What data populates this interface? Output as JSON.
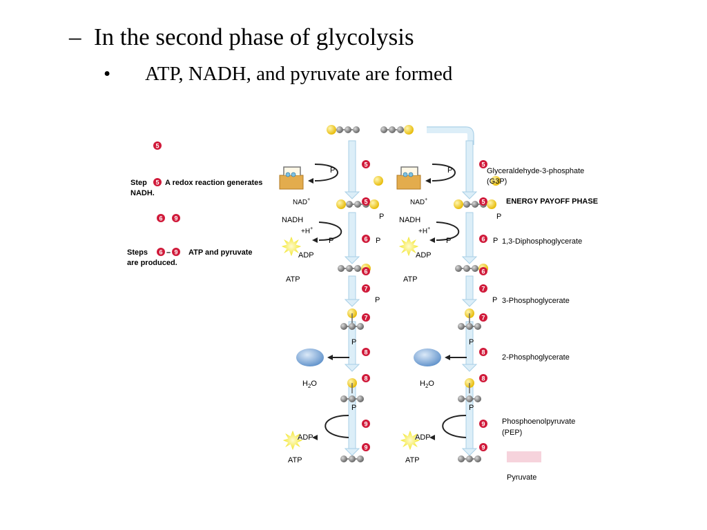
{
  "slide": {
    "bullet_level1_marker": "–",
    "bullet_level1": "In the second phase of glycolysis",
    "bullet_level2_marker": "•",
    "bullet_level2": "ATP, NADH, and pyruvate are formed"
  },
  "legend": {
    "step5_badge": "5",
    "step5_prefix": "Step",
    "step5_text_line1": "A redox reaction generates",
    "step5_text_line2": "NADH.",
    "step6_badge": "6",
    "step9_badge": "9",
    "steps_prefix": "Steps",
    "steps_dash": "–",
    "steps_text_line1": "ATP and pyruvate",
    "steps_text_line2": "are produced."
  },
  "diagram": {
    "phase_label": "ENERGY PAYOFF PHASE",
    "compounds": {
      "g3p_line1": "Glyceraldehyde-3-phosphate",
      "g3p_line2": "(G3P)",
      "bpg": "1,3-Diphosphoglycerate",
      "pga3": "3-Phosphoglycerate",
      "pga2": "2-Phosphoglycerate",
      "pep_line1": "Phosphoenolpyruvate",
      "pep_line2": "(PEP)",
      "pyruvate": "Pyruvate"
    },
    "labels": {
      "p": "P",
      "nad": "NAD",
      "nad_sup": "+",
      "nadh": "NADH",
      "hplus": "+H",
      "hplus_sup": "+",
      "adp": "ADP",
      "atp": "ATP",
      "h2o_h": "H",
      "h2o_2": "2",
      "h2o_o": "O"
    },
    "step_numbers": [
      "5",
      "6",
      "7",
      "8",
      "9"
    ]
  },
  "colors": {
    "step_badge": "#d01a3a",
    "phosphate": "#f2cf1c",
    "carbon": "#8c8c8c",
    "arrow_fill": "#dceef8",
    "arrow_stroke": "#a9cfe6",
    "enzyme_box": "#e3ac4d",
    "water": "#8fb6e0",
    "atp_burst": "#f4e81d",
    "pyruvate_box": "#f6d3dc"
  }
}
